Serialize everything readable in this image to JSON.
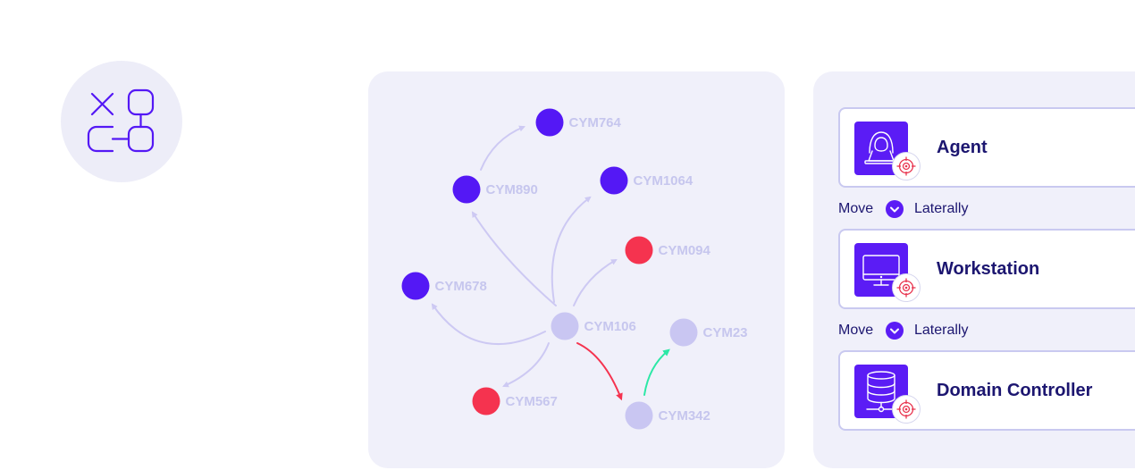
{
  "logo": {
    "icon": "network-path-icon"
  },
  "graph": {
    "colors": {
      "purple": "#5418f5",
      "red": "#f5334f",
      "light": "#c9c6f2",
      "green": "#2ce8a6",
      "edge": "#cdc9f3"
    },
    "nodes": [
      {
        "id": "CYM764",
        "label": "CYM764",
        "type": "purple"
      },
      {
        "id": "CYM890",
        "label": "CYM890",
        "type": "purple"
      },
      {
        "id": "CYM1064",
        "label": "CYM1064",
        "type": "purple"
      },
      {
        "id": "CYM094",
        "label": "CYM094",
        "type": "red"
      },
      {
        "id": "CYM678",
        "label": "CYM678",
        "type": "purple"
      },
      {
        "id": "CYM106",
        "label": "CYM106",
        "type": "light"
      },
      {
        "id": "CYM23",
        "label": "CYM23",
        "type": "light"
      },
      {
        "id": "CYM567",
        "label": "CYM567",
        "type": "red"
      },
      {
        "id": "CYM342",
        "label": "CYM342",
        "type": "light"
      }
    ],
    "edges": [
      {
        "from": "CYM890",
        "to": "CYM764",
        "style": "default"
      },
      {
        "from": "CYM106",
        "to": "CYM890",
        "style": "default"
      },
      {
        "from": "CYM106",
        "to": "CYM1064",
        "style": "default"
      },
      {
        "from": "CYM106",
        "to": "CYM094",
        "style": "default"
      },
      {
        "from": "CYM106",
        "to": "CYM678",
        "style": "default"
      },
      {
        "from": "CYM106",
        "to": "CYM567",
        "style": "default"
      },
      {
        "from": "CYM106",
        "to": "CYM342",
        "style": "attack"
      },
      {
        "from": "CYM342",
        "to": "CYM23",
        "style": "success"
      }
    ]
  },
  "attack_path": {
    "steps": [
      {
        "label": "Agent",
        "icon": "hooded-hacker-laptop-icon",
        "badge": "target-icon"
      },
      {
        "label": "Workstation",
        "icon": "monitor-icon",
        "badge": "target-icon"
      },
      {
        "label": "Domain Controller",
        "icon": "database-server-icon",
        "badge": "target-icon"
      }
    ],
    "transitions": [
      {
        "left": "Move",
        "icon": "chevron-down-icon",
        "right": "Laterally"
      },
      {
        "left": "Move",
        "icon": "chevron-down-icon",
        "right": "Laterally"
      }
    ]
  }
}
